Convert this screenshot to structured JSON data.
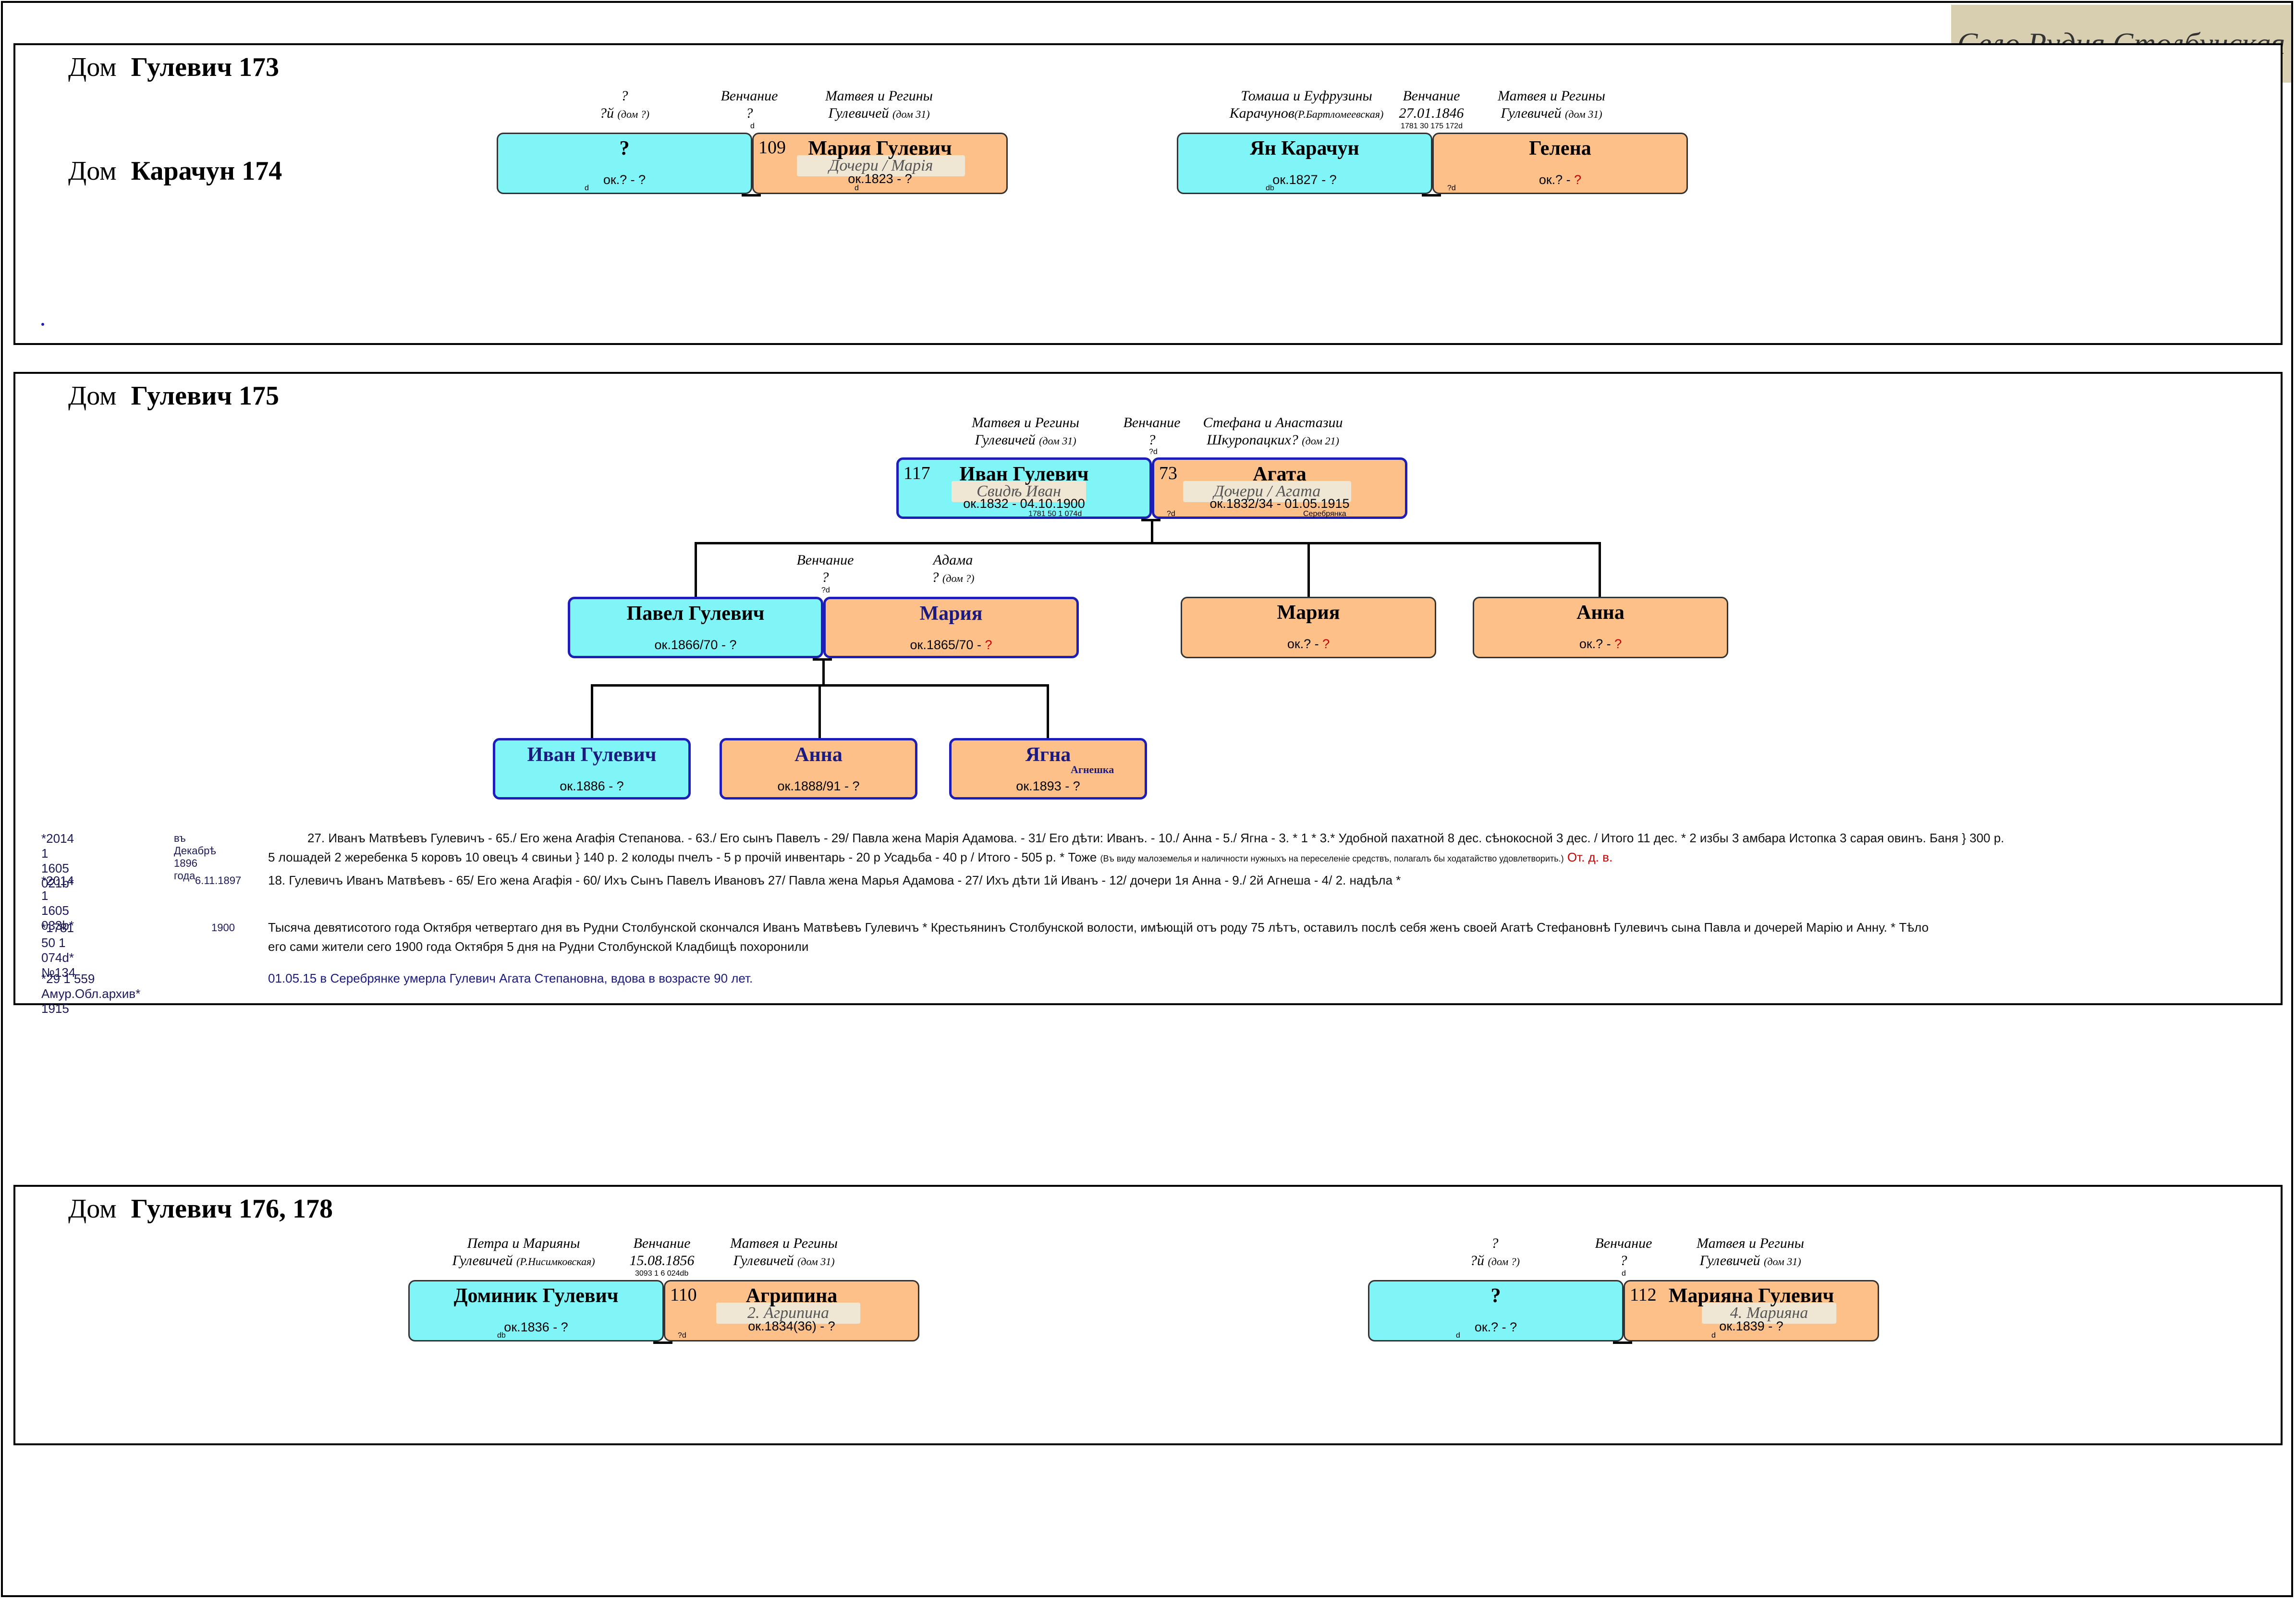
{
  "stamp": "Село Рудня Столбунская",
  "panels": {
    "p1": {
      "h1_dom": "Дом",
      "h1_name": "Гулевич 173",
      "h2_dom": "Дом",
      "h2_name": "Карачун 174"
    },
    "p2": {
      "dom": "Дом",
      "name": "Гулевич 175"
    },
    "p3": {
      "dom": "Дом",
      "name": "Гулевич 176, 178"
    }
  },
  "labels": {
    "a_par1": "?",
    "a_par2": "?й",
    "a_par2s": "(дом ?)",
    "a_ven1": "Венчание",
    "a_ven2": "?",
    "a_venref": "d",
    "a_wpar1": "Матвея и Регины",
    "a_wpar2": "Гулевичей",
    "a_wpar2s": "(дом 31)",
    "b_par1": "Томаша и Еуфрузины",
    "b_par2": "Карачунов",
    "b_par2s": "(Р.Бартломеевская)",
    "b_ven1": "Венчание",
    "b_ven2": "27.01.1846",
    "b_venref": "1781 30 175 172d",
    "b_wpar1": "Матвея и Регины",
    "b_wpar2": "Гулевичей",
    "b_wpar2s": "(дом 31)",
    "c_par1": "Матвея и Регины",
    "c_par2": "Гулевичей",
    "c_par2s": "(дом 31)",
    "c_ven1": "Венчание",
    "c_ven2": "?",
    "c_venref": "?d",
    "c_wpar1": "Стефана и Анастазии",
    "c_wpar2": "Шкуропацких?",
    "c_wpar2s": "(дом 21)",
    "d_ven1": "Венчание",
    "d_ven2": "?",
    "d_venref": "?d",
    "d_wpar1": "Адама",
    "d_wpar2": "?",
    "d_wpar2s": "(дом ?)",
    "e_par1": "Петра и Марияны",
    "e_par2": "Гулевичей",
    "e_par2s": "(Р.Нисимковская)",
    "e_ven1": "Венчание",
    "e_ven2": "15.08.1856",
    "e_venref": "3093 1 6 024db",
    "e_wpar1": "Матвея и Регины",
    "e_wpar2": "Гулевичей",
    "e_wpar2s": "(дом 31)",
    "f_par1": "?",
    "f_par2": "?й",
    "f_par2s": "(дом ?)",
    "f_ven1": "Венчание",
    "f_ven2": "?",
    "f_venref": "d",
    "f_wpar1": "Матвея и Регины",
    "f_wpar2": "Гулевичей",
    "f_wpar2s": "(дом 31)"
  },
  "persons": {
    "p1a": {
      "name": "?",
      "dates": "ок.? - ?",
      "ref": "d"
    },
    "p1b": {
      "num": "109",
      "name": "Мария Гулевич",
      "dates": "ок.1823 - ?",
      "ref": "d",
      "sig": "Дочери / Марія"
    },
    "p1c": {
      "name": "Ян Карачун",
      "dates": "ок.1827 - ?",
      "ref": "db"
    },
    "p1d": {
      "name": "Гелена",
      "dates_a": "ок.? - ",
      "dates_b": "?",
      "ref": "?d"
    },
    "p2a": {
      "num": "117",
      "name": "Иван Гулевич",
      "dates": "ок.1832 - 04.10.1900",
      "ref": "1781 50 1 074d",
      "sig": "Свидѣ Иван"
    },
    "p2b": {
      "num": "73",
      "name": "Агата",
      "dates": "ок.1832/34 - 01.05.1915",
      "ref": "?d",
      "ref2": "Серебрянка",
      "sig": "Дочери / Агата"
    },
    "p2c": {
      "name": "Павел Гулевич",
      "dates": "ок.1866/70 - ?"
    },
    "p2d": {
      "name": "Мария",
      "dates_a": "ок.1865/70 - ",
      "dates_b": "?"
    },
    "p2e": {
      "name": "Мария",
      "dates_a": "ок.? - ",
      "dates_b": "?"
    },
    "p2f": {
      "name": "Анна",
      "dates_a": "ок.? - ",
      "dates_b": "?"
    },
    "p2g": {
      "name": "Иван Гулевич",
      "dates": "ок.1886 - ?"
    },
    "p2h": {
      "name": "Анна",
      "dates": "ок.1888/91 - ?"
    },
    "p2i": {
      "name": "Ягна",
      "sub": "Агнешка",
      "dates": "ок.1893 - ?"
    },
    "p3a": {
      "name": "Доминик Гулевич",
      "dates": "ок.1836 - ?",
      "ref": "db"
    },
    "p3b": {
      "num": "110",
      "name": "Агрипина",
      "dates": "ок.1834(36) - ?",
      "ref": "?d",
      "sig": "2. Агрипина"
    },
    "p3c": {
      "name": "?",
      "dates": "ок.? - ?",
      "ref": "d"
    },
    "p3d": {
      "num": "112",
      "name": "Марияна Гулевич",
      "dates": "ок.1839 - ?",
      "ref": "d",
      "sig": "4. Марияна"
    }
  },
  "notes": {
    "n1_ref": "*2014 1 1605 021b*",
    "n1_date": "въ Декабрѣ 1896 года",
    "n1_l1": "27. Иванъ Матвѣевъ Гулевичъ - 65./ Его жена Агафія Степанова. - 63./ Его сынъ Павелъ - 29/ Павла жена Марія Адамова. - 31/ Его дѣти: Иванъ. - 10./ Анна - 5./ Ягна - 3. * 1 * 3.* Удобной пахатной 8 дес. сѣнокосной 3 дес. / Итого 11 дес. * 2 избы 3 амбара Истопка 3 сарая овинъ. Баня } 300 р.",
    "n1_l2": "5 лошадей 2 жеребенка 5 коровъ 10 овецъ 4 свиньи } 140 р. 2 колоды пчелъ - 5 р прочій инвентарь - 20 р Усадьба - 40 р / Итого - 505 р. * Тоже",
    "n1_l2s": "(Въ виду малоземелья и наличности нужныхъ на переселеніе средствъ, полагалъ бы ходатайство удовлетворить.)",
    "n1_l2r": "От. д. в.",
    "n2_ref": "*2014 1 1605 033b*",
    "n2_date": "6.11.1897",
    "n2_l1": "18. Гулевичъ Иванъ Матвѣевъ - 65/ Его жена Агафія - 60/ Ихъ Сынъ Павелъ Ивановъ 27/ Павла жена Марья Адамова - 27/ Ихъ дѣти 1й Иванъ - 12/ дочери 1я Анна - 9./ 2й Агнеша - 4/ 2. надѣла *",
    "n3_ref": "*1781 50 1 074d* №134",
    "n3_date": "1900",
    "n3_l1": "Тысяча девятисотого года Октября четвертаго дня въ Рудни Столбунской скончался Иванъ Матвѣевъ Гулевичъ * Крестьянинъ Столбунской волости, имѣющій отъ роду 75 лѣтъ, оставилъ послѣ себя женъ своей Агатѣ Стефановнѣ Гулевичъ сына Павла и дочерей Марію и Анну. * Тѣло",
    "n3_l2": "его сами жители сего 1900 года Октября 5 дня на Рудни Столбунской Кладбищѣ похоронили",
    "n4_ref": "*29 1 559 Амур.Обл.архив* 1915",
    "n4_l1": "01.05.15 в Серебрянке умерла Гулевич Агата Степановна, вдова в возрасте 90 лет."
  }
}
